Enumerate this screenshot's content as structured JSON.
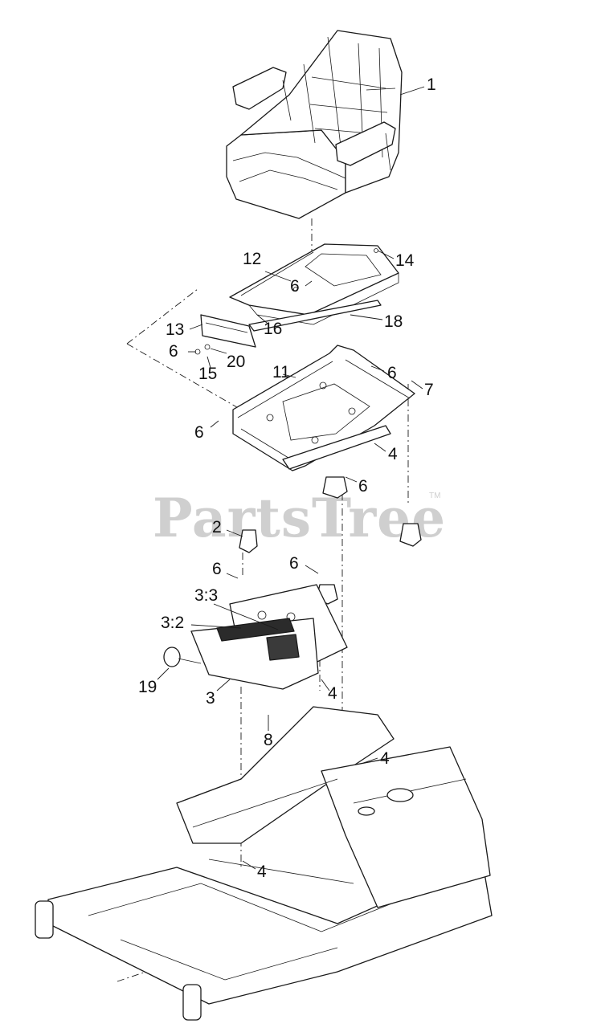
{
  "watermark": {
    "text": "PartsTree",
    "trademark": "TM"
  },
  "callouts": {
    "c1": "1",
    "c12": "12",
    "c14": "14",
    "c6_plate": "6",
    "c16": "16",
    "c18": "18",
    "c13": "13",
    "c6_bracket": "6",
    "c20": "20",
    "c15": "15",
    "c11": "11",
    "c6_right": "6",
    "c7": "7",
    "c6_left": "6",
    "c4_base": "4",
    "c6_isolator": "6",
    "c2": "2",
    "c6_cover_left": "6",
    "c6_cover_right": "6",
    "c3_3": "3:3",
    "c3_2": "3:2",
    "c19": "19",
    "c3": "3",
    "c4_cover": "4",
    "c8": "8",
    "c4_frame": "4",
    "c4_bottom": "4"
  }
}
